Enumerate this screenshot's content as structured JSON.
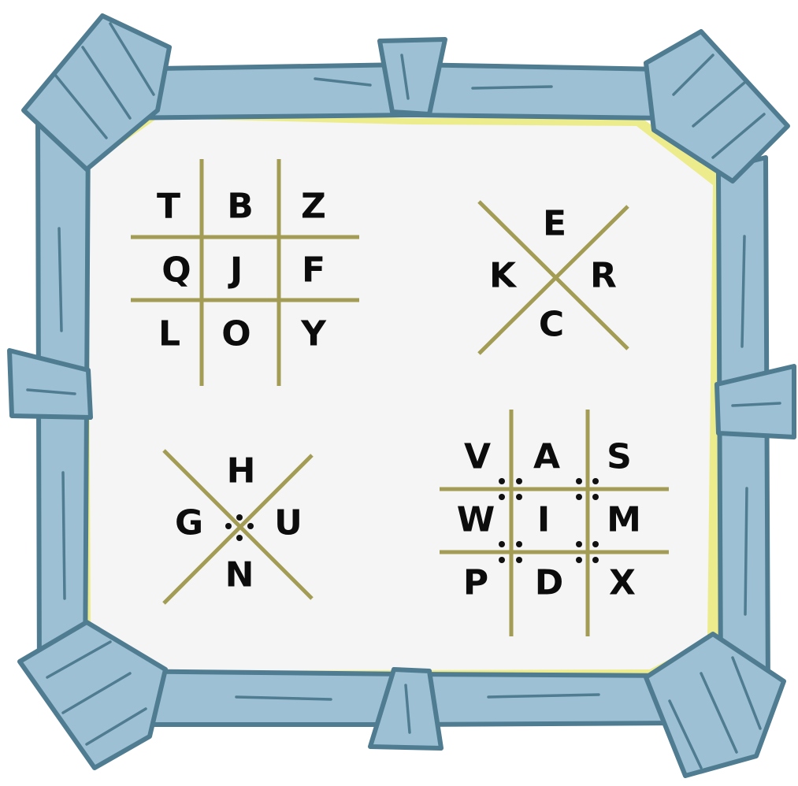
{
  "colors": {
    "frame_fill": "#9dc0d4",
    "frame_outline": "#4f7c90",
    "board_fill": "#f5f5f5",
    "board_glow": "#ecec8c",
    "grid_line": "#a39c54",
    "letter": "#0c0c0c"
  },
  "board": {
    "top_left_grid": {
      "cells": [
        "T",
        "B",
        "Z",
        "Q",
        "J",
        "F",
        "L",
        "O",
        "Y"
      ]
    },
    "top_right_x": {
      "top": "E",
      "left": "K",
      "right": "R",
      "bottom": "C"
    },
    "bottom_left_x_dotted": {
      "top": "H",
      "left": "G",
      "right": "U",
      "bottom": "N"
    },
    "bottom_right_grid_dotted": {
      "cells": [
        "V",
        "A",
        "S",
        "W",
        "I",
        "M",
        "P",
        "D",
        "X"
      ]
    }
  }
}
